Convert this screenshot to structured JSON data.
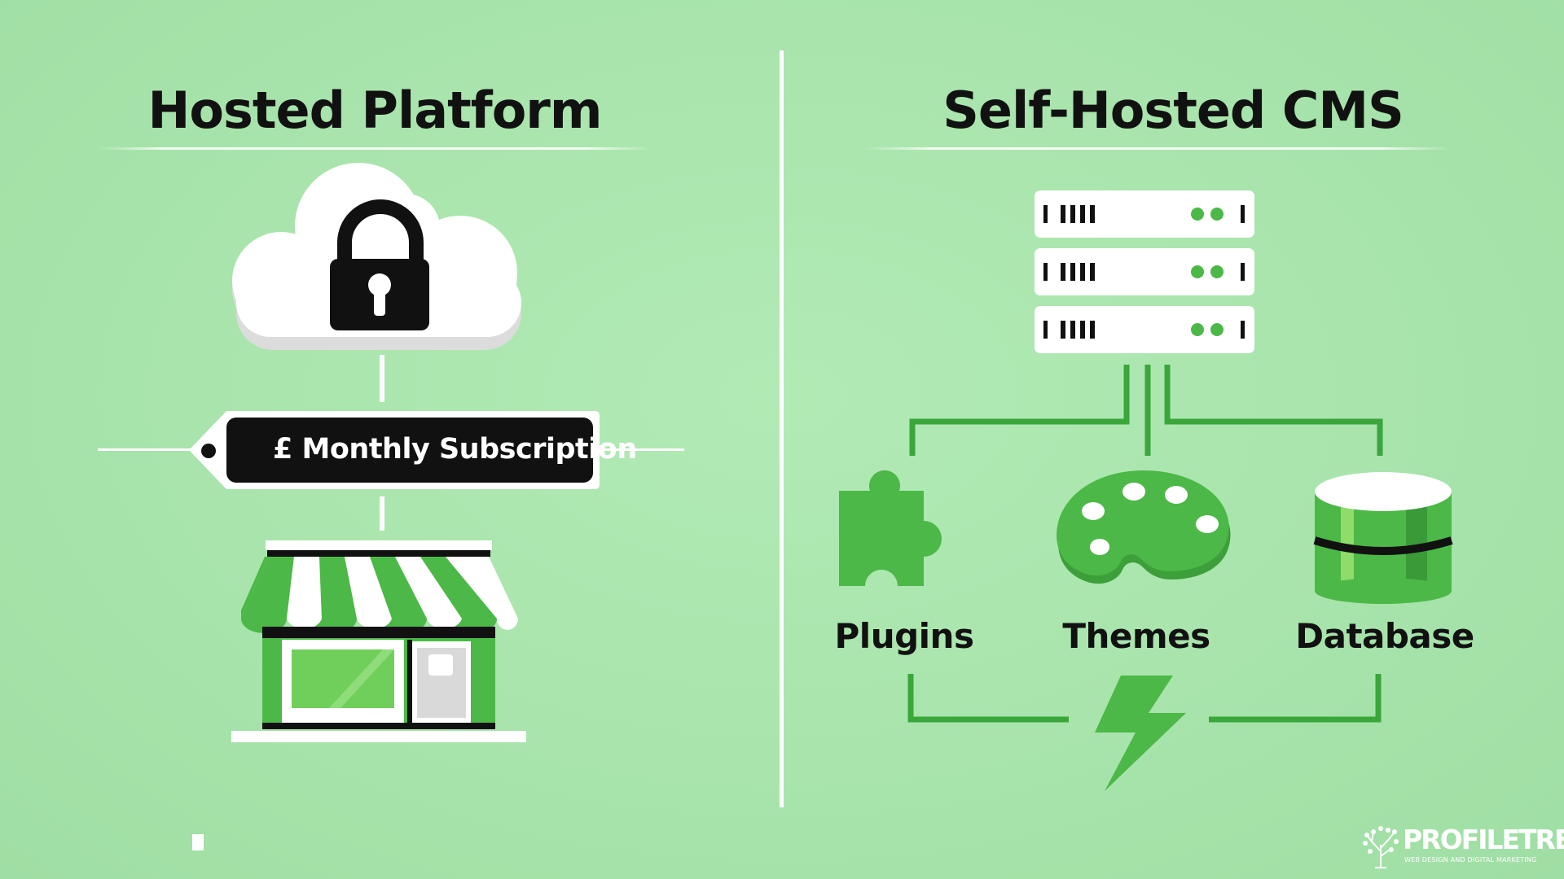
{
  "left_panel": {
    "title": "Hosted Platform",
    "tag_text": "£ Monthly Subscription",
    "icons": [
      "cloud-icon",
      "padlock-icon",
      "price-tag-icon",
      "storefront-icon"
    ]
  },
  "right_panel": {
    "title": "Self-Hosted CMS",
    "items": [
      {
        "label": "Plugins",
        "icon": "puzzle-piece-icon"
      },
      {
        "label": "Themes",
        "icon": "paint-palette-icon"
      },
      {
        "label": "Database",
        "icon": "database-icon"
      }
    ],
    "icons": [
      "server-rack-icon",
      "lightning-bolt-icon"
    ]
  },
  "brand": {
    "name": "PROFILETREE",
    "tagline": "WEB DESIGN AND DIGITAL MARKETING"
  },
  "colors": {
    "background": "#a9e6ad",
    "accent_green": "#4cb847",
    "dark": "#111111",
    "white": "#ffffff"
  }
}
